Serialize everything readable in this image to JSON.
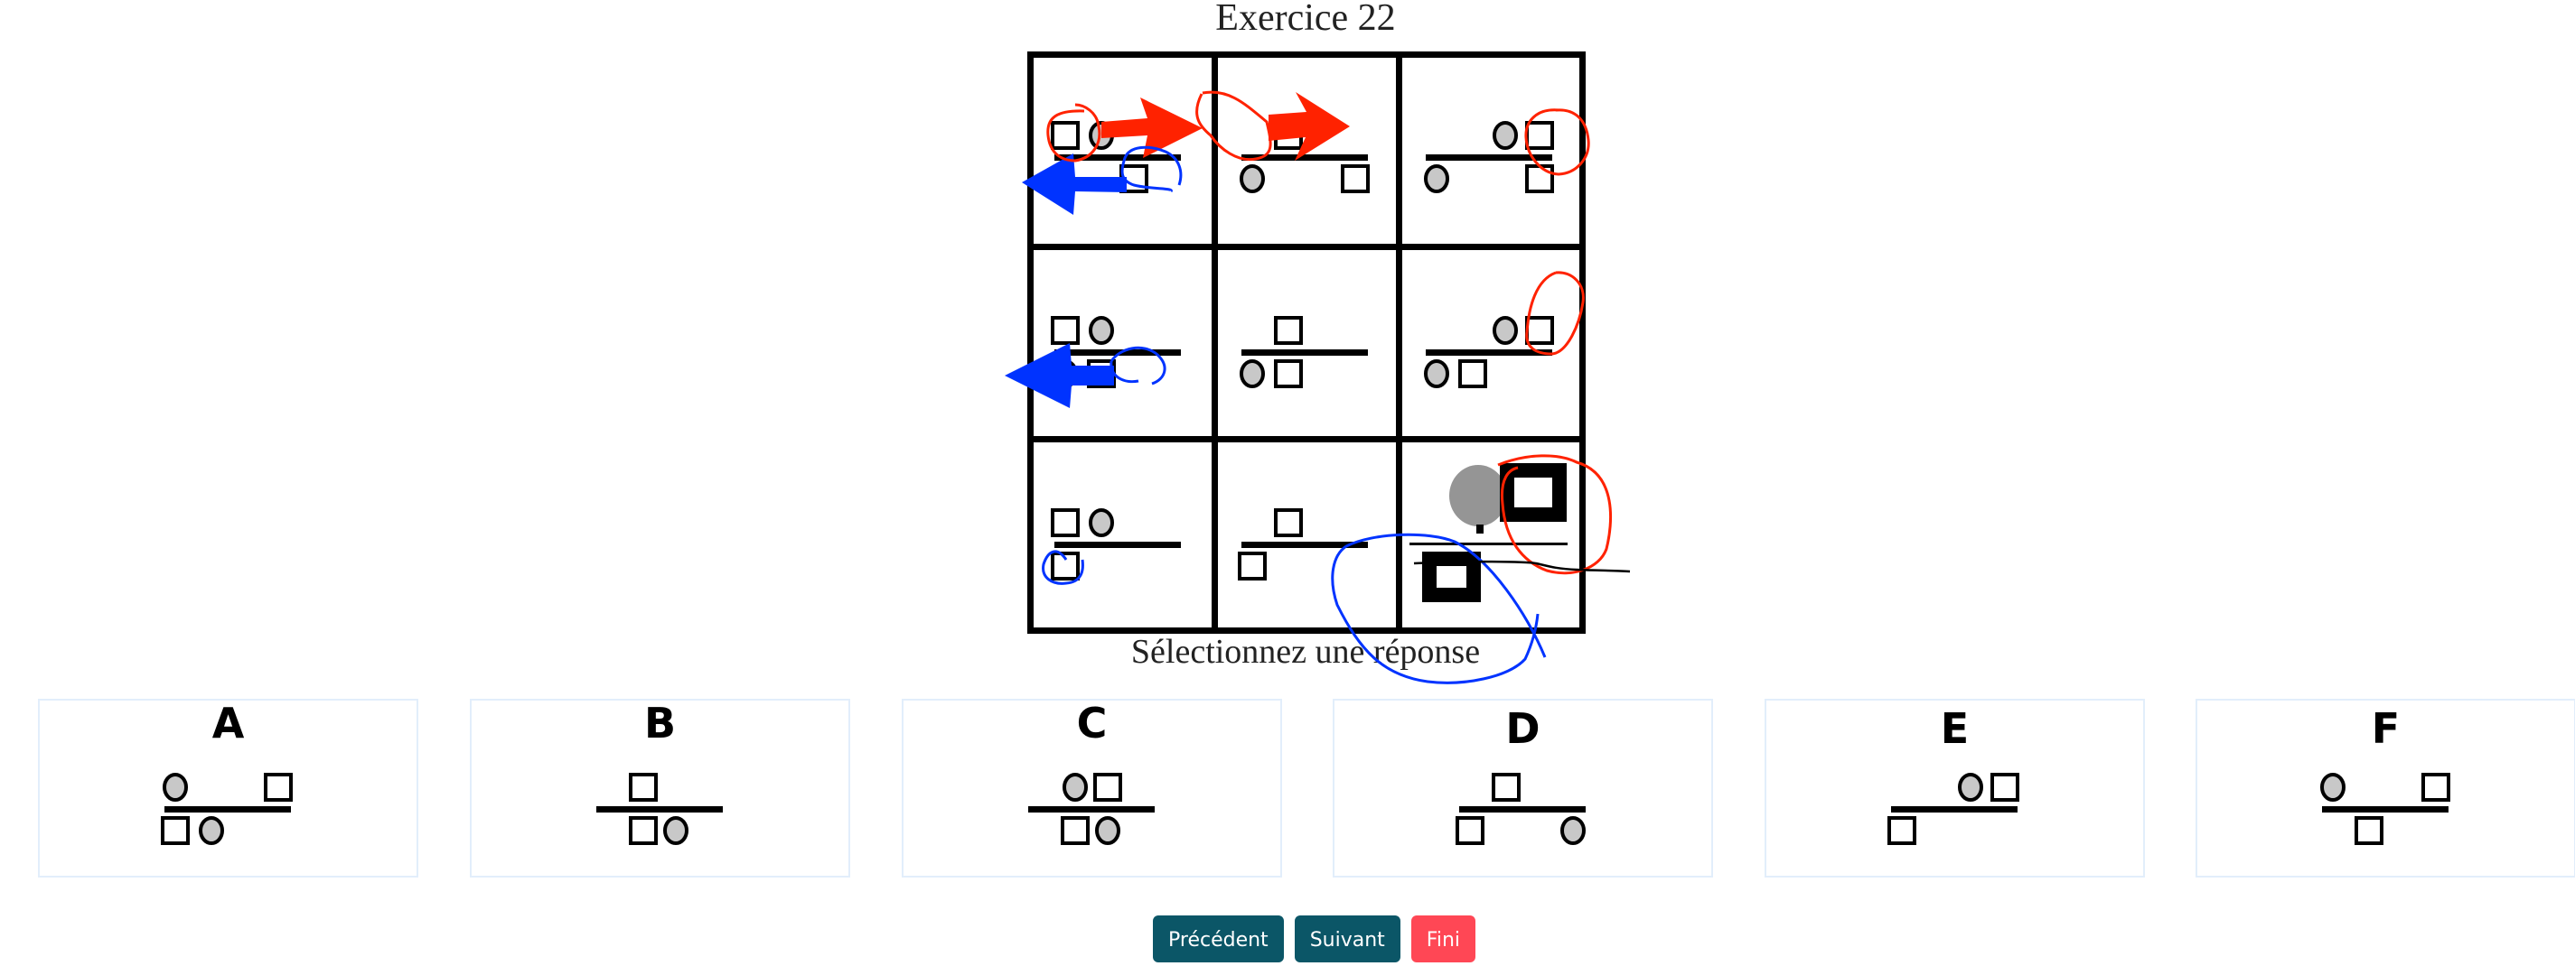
{
  "page": {
    "title": "Exercice 22",
    "prompt": "Sélectionnez une réponse"
  },
  "colors": {
    "circle_fill": "#c8c8c8",
    "stroke": "#000000",
    "annotation_red": "#ff2200",
    "annotation_blue": "#0033ff",
    "button_primary": "#0b5667",
    "button_finish": "#ff4755",
    "card_border": "#e2eefb"
  },
  "puzzle": {
    "shape_legend": {
      "square": "outlined square",
      "circle": "grey filled circle"
    },
    "cells": [
      {
        "row": 1,
        "col": 1,
        "top": [
          "square",
          "circle",
          null,
          null
        ],
        "bottom": [
          null,
          null,
          "square",
          null
        ]
      },
      {
        "row": 1,
        "col": 2,
        "top": [
          null,
          "square",
          null,
          null
        ],
        "bottom": [
          "circle",
          null,
          null,
          "square"
        ]
      },
      {
        "row": 1,
        "col": 3,
        "top": [
          null,
          null,
          "circle",
          "square"
        ],
        "bottom": [
          "circle",
          null,
          null,
          "square"
        ]
      },
      {
        "row": 2,
        "col": 1,
        "top": [
          "square",
          "circle",
          null,
          null
        ],
        "bottom": [
          "circle",
          "square",
          null,
          null
        ]
      },
      {
        "row": 2,
        "col": 2,
        "top": [
          null,
          "square",
          null,
          null
        ],
        "bottom": [
          "circle",
          "square",
          null,
          null
        ]
      },
      {
        "row": 2,
        "col": 3,
        "top": [
          null,
          null,
          "circle",
          "square"
        ],
        "bottom": [
          "circle",
          "square",
          null,
          null
        ]
      },
      {
        "row": 3,
        "col": 1,
        "top": [
          "square",
          "circle",
          null,
          null
        ],
        "bottom": [
          "square",
          null,
          null,
          null
        ]
      },
      {
        "row": 3,
        "col": 2,
        "top": [
          null,
          "square",
          null,
          null
        ],
        "bottom": [
          "square",
          null,
          null,
          null
        ]
      },
      {
        "row": 3,
        "col": 3,
        "top": [
          null,
          null,
          "circle",
          "square"
        ],
        "bottom": [
          "square",
          null,
          null,
          null
        ],
        "scribbled": true
      }
    ]
  },
  "answers": [
    {
      "letter": "A",
      "top": [
        "circle",
        null,
        null,
        "square"
      ],
      "bottom": [
        "square",
        "circle",
        null,
        null
      ]
    },
    {
      "letter": "B",
      "top": [
        null,
        "square",
        null,
        null
      ],
      "bottom": [
        null,
        "square",
        "circle",
        null
      ]
    },
    {
      "letter": "C",
      "top": [
        null,
        "circle",
        "square",
        null
      ],
      "bottom": [
        null,
        "square",
        "circle",
        null
      ]
    },
    {
      "letter": "D",
      "top": [
        null,
        "square",
        null,
        null
      ],
      "bottom": [
        "square",
        null,
        null,
        "circle"
      ]
    },
    {
      "letter": "E",
      "top": [
        null,
        null,
        "circle",
        "square"
      ],
      "bottom": [
        "square",
        null,
        null,
        null
      ]
    },
    {
      "letter": "F",
      "top": [
        "circle",
        null,
        null,
        "square"
      ],
      "bottom": [
        null,
        "square",
        null,
        null
      ]
    }
  ],
  "annotations": [
    {
      "type": "arrow",
      "color": "red",
      "direction": "right",
      "cell": "r1c1"
    },
    {
      "type": "arrow",
      "color": "red",
      "direction": "right",
      "cell": "r1c2"
    },
    {
      "type": "arrow",
      "color": "blue",
      "direction": "left",
      "cell": "r1c1"
    },
    {
      "type": "arrow",
      "color": "blue",
      "direction": "left",
      "cell": "r2c1"
    },
    {
      "type": "circle",
      "color": "red",
      "cell": "r1c1"
    },
    {
      "type": "circle",
      "color": "red",
      "cell": "r1c2"
    },
    {
      "type": "circle",
      "color": "red",
      "cell": "r1c3"
    },
    {
      "type": "circle",
      "color": "red",
      "cell": "r2c3"
    },
    {
      "type": "circle",
      "color": "red",
      "cell": "r3c3"
    },
    {
      "type": "circle",
      "color": "blue",
      "cell": "r1c1"
    },
    {
      "type": "circle",
      "color": "blue",
      "cell": "r2c1"
    },
    {
      "type": "circle",
      "color": "blue",
      "cell": "r3c1"
    },
    {
      "type": "circle",
      "color": "blue",
      "cell": "r3c2-r3c3"
    }
  ],
  "buttons": {
    "previous": "Précédent",
    "next": "Suivant",
    "finish": "Fini"
  }
}
